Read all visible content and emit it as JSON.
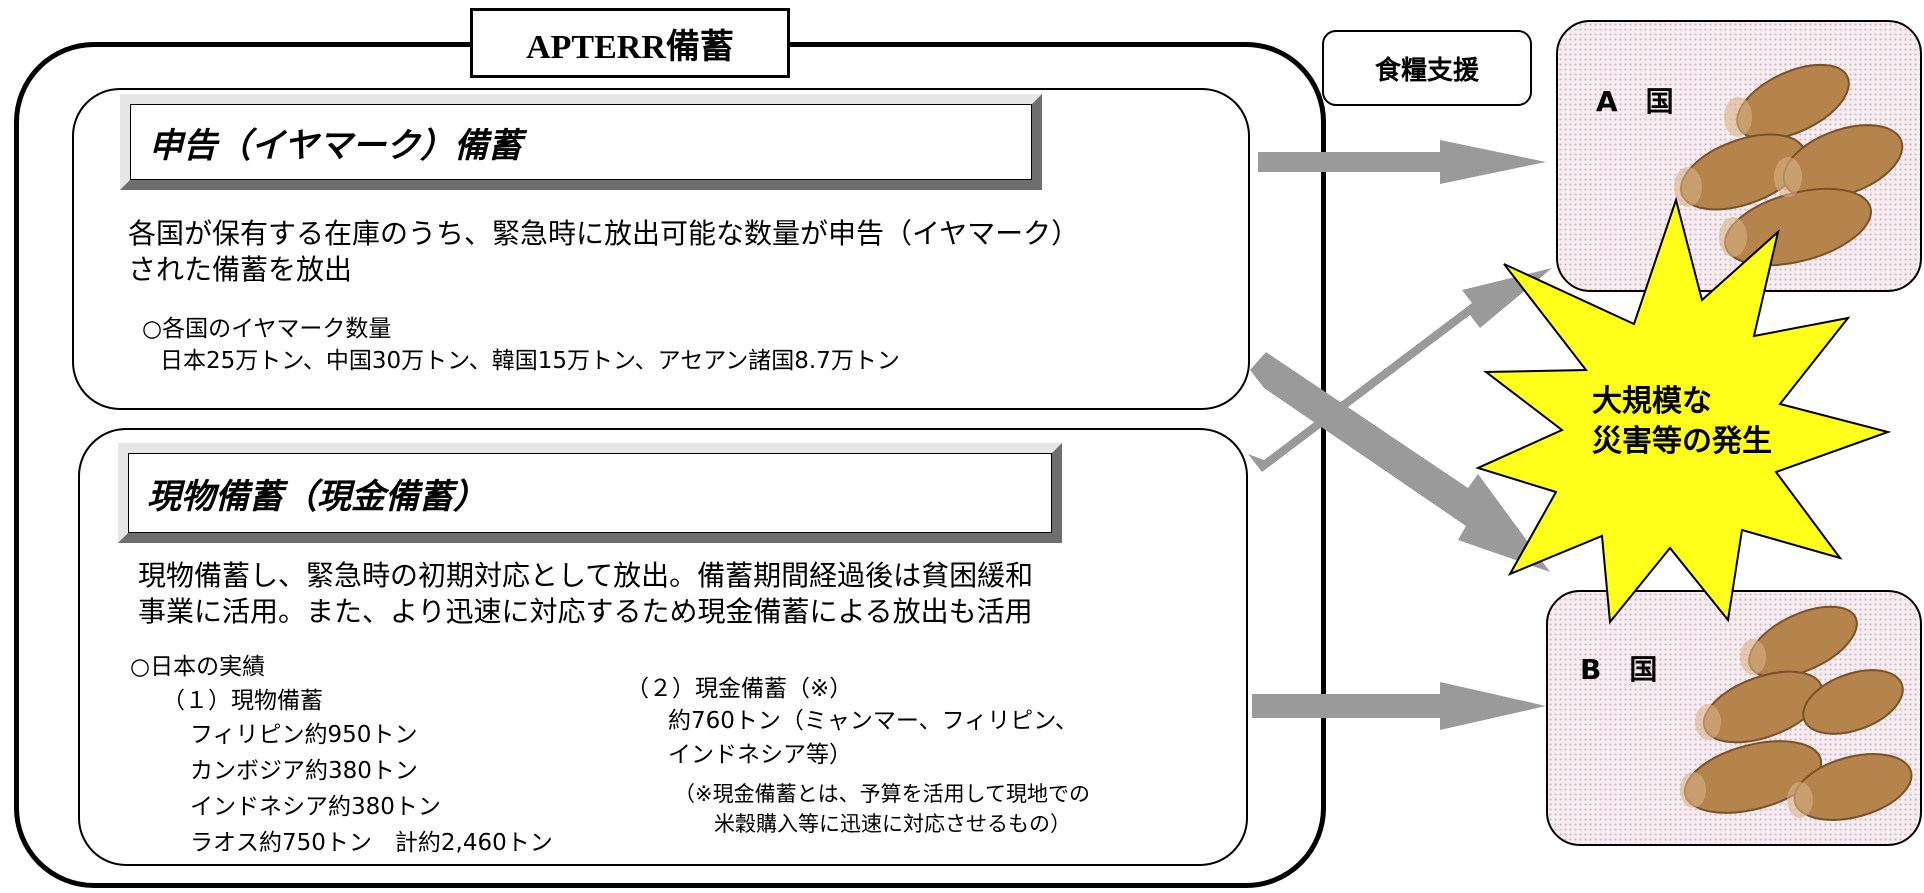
{
  "outer": {
    "title": "APTERR備蓄"
  },
  "earmark": {
    "title": "申告（イヤマーク）備蓄",
    "desc_line1": "各国が保有する在庫のうち、緊急時に放出可能な数量が申告（イヤマーク）",
    "desc_line2": "された備蓄を放出",
    "sub_heading": "○各国のイヤマーク数量",
    "sub_detail": "日本25万トン、中国30万トン、韓国15万トン、アセアン諸国8.7万トン"
  },
  "physical": {
    "title": "現物備蓄（現金備蓄）",
    "desc_line1": "現物備蓄し、緊急時の初期対応として放出。備蓄期間経過後は貧困緩和",
    "desc_line2": "事業に活用。また、より迅速に対応するため現金備蓄による放出も活用",
    "japan_heading": "○日本の実績",
    "physical_heading": "（１）現物備蓄",
    "physical_items": [
      "フィリピン約950トン",
      "カンボジア約380トン",
      "インドネシア約380トン",
      "ラオス約750トン　計約2,460トン"
    ],
    "cash_heading": "（２）現金備蓄（※）",
    "cash_line1": "約760トン（ミャンマー、フィリピン、",
    "cash_line2": "インドネシア等）",
    "cash_note1": "（※現金備蓄とは、予算を活用して現地での",
    "cash_note2": "米穀購入等に迅速に対応させるもの）"
  },
  "food_aid_label": "食糧支援",
  "country_a": "A　国",
  "country_b": "B　国",
  "disaster": {
    "line1": "大規模な",
    "line2": "災害等の発生"
  },
  "colors": {
    "arrow": "#9a9a9a",
    "burst": "#ffff1a",
    "rice": "#b5834c"
  }
}
